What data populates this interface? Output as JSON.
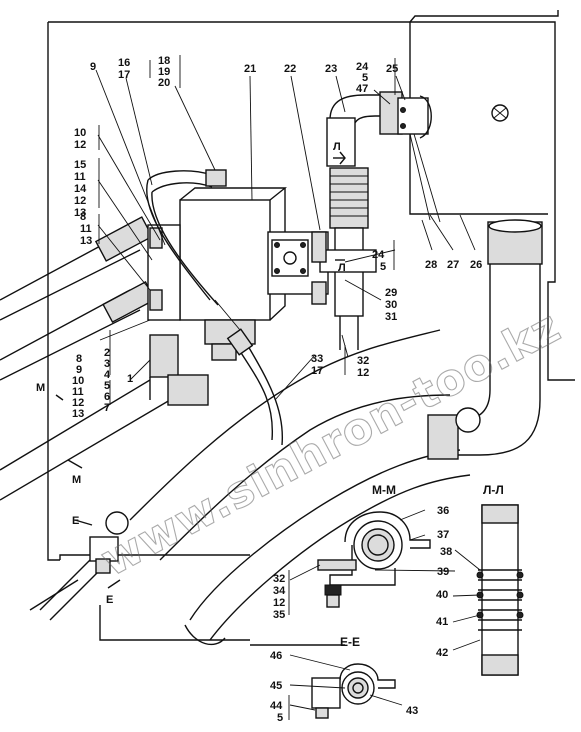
{
  "labels": {
    "l9": "9",
    "l16": "16",
    "l17": "17",
    "l18": "18",
    "l19": "19",
    "l20": "20",
    "l21": "21",
    "l22": "22",
    "l23": "23",
    "l24a": "24",
    "l5a": "5",
    "l47": "47",
    "l25": "25",
    "l10a": "10",
    "l12a": "12",
    "l15": "15",
    "l11a": "11",
    "l14a": "14",
    "l12b": "12",
    "l13a": "13",
    "l8a": "8",
    "l11b": "11",
    "l13b": "13",
    "l24b": "24",
    "l5b": "5",
    "l28": "28",
    "l27": "27",
    "l26": "26",
    "l29": "29",
    "l30": "30",
    "l31": "31",
    "l32a": "32",
    "l12c": "12",
    "l33": "33",
    "l17b": "17",
    "l8b": "8",
    "l9b": "9",
    "l10b": "10",
    "l11c": "11",
    "l12d": "12",
    "l13c": "13",
    "l2": "2",
    "l3": "3",
    "l4": "4",
    "l5c": "5",
    "l6": "6",
    "l7": "7",
    "l1": "1",
    "l36": "36",
    "l37": "37",
    "l38": "38",
    "l39": "39",
    "l40": "40",
    "l41": "41",
    "l42": "42",
    "l32b": "32",
    "l34": "34",
    "l12e": "12",
    "l35": "35",
    "l46": "46",
    "l45": "45",
    "l43": "43",
    "l44": "44",
    "l5d": "5"
  },
  "section_marks": {
    "mm": "М-М",
    "ll": "Л-Л",
    "ee": "Е-Е",
    "arrow_l_top": "Л",
    "arrow_l_mid": "Л",
    "arrow_m_top": "М",
    "arrow_m_bot": "М",
    "arrow_e_top": "Е",
    "arrow_e_bot": "Е"
  },
  "watermark": "www.sinhron-too.kz"
}
